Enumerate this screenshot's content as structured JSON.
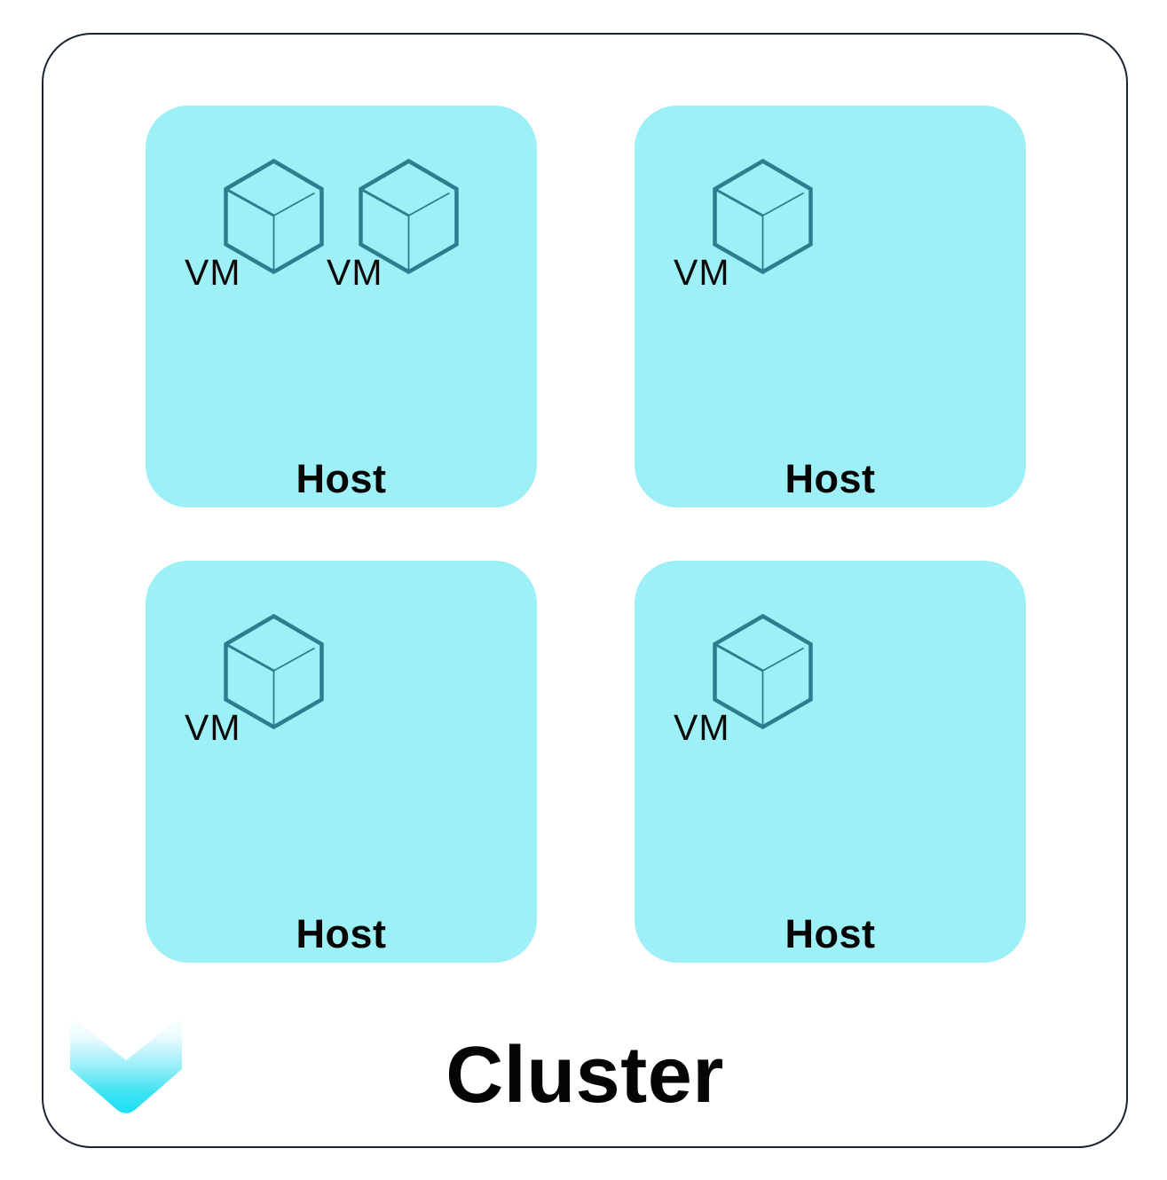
{
  "diagram": {
    "title": "Cluster",
    "hosts": [
      {
        "label": "Host",
        "vms": [
          "VM",
          "VM"
        ]
      },
      {
        "label": "Host",
        "vms": [
          "VM"
        ]
      },
      {
        "label": "Host",
        "vms": [
          "VM"
        ]
      },
      {
        "label": "Host",
        "vms": [
          "VM"
        ]
      }
    ],
    "icons": {
      "vm": "vm-cube-icon",
      "arrow": "chevron-down-icon"
    },
    "colors": {
      "host_fill": "#9EF0F7",
      "cube_stroke": "#2E7D8E",
      "cluster_border": "#1B2433",
      "chevron_gradient_top": "#FFFFFF",
      "chevron_gradient_bottom": "#1EDFF2",
      "text": "#050505"
    }
  }
}
